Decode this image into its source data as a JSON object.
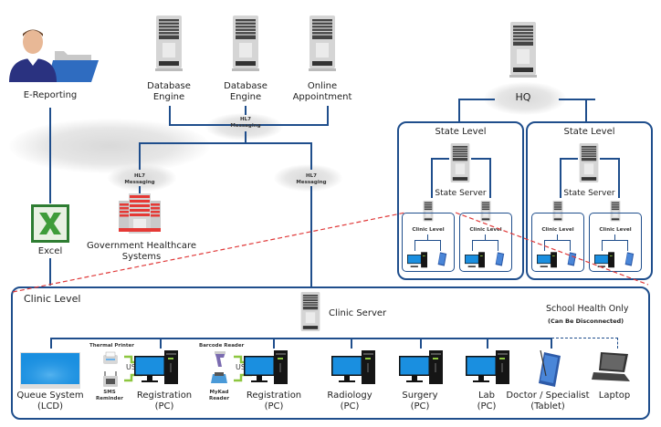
{
  "top": {
    "e_reporting": "E-Reporting",
    "db_engine_1": [
      "Database",
      "Engine"
    ],
    "db_engine_2": [
      "Database",
      "Engine"
    ],
    "online_appointment": [
      "Online",
      "Appointment"
    ],
    "hl7_top": [
      "HL7",
      "Messaging"
    ],
    "hl7_left": [
      "HL7",
      "Messaging"
    ],
    "hl7_right": [
      "HL7",
      "Messaging"
    ],
    "excel": "Excel",
    "gov": [
      "Government Healthcare",
      "Systems"
    ],
    "hq": "HQ"
  },
  "state_levels": [
    {
      "title": "State Level",
      "server": "State Server",
      "clinics": [
        {
          "label": "Clinic Level"
        },
        {
          "label": "Clinic Level"
        }
      ]
    },
    {
      "title": "State Level",
      "server": "State Server",
      "clinics": [
        {
          "label": "Clinic Level"
        },
        {
          "label": "Clinic Level"
        }
      ]
    }
  ],
  "clinic": {
    "title": "Clinic Level",
    "server": "Clinic Server",
    "school_health": "School Health Only",
    "school_health_note": "(Can Be Disconnected)",
    "peripherals": {
      "thermal_printer": "Thermal Printer",
      "sms": [
        "SMS",
        "Reminder"
      ],
      "barcode": "Barcode Reader",
      "mykad": [
        "MyKad",
        "Reader"
      ],
      "usb": "USB"
    },
    "devices": [
      {
        "name": "Queue System",
        "sub": "(LCD)"
      },
      {
        "name": "Registration",
        "sub": "(PC)"
      },
      {
        "name": "Registration",
        "sub": "(PC)"
      },
      {
        "name": "Radiology",
        "sub": "(PC)"
      },
      {
        "name": "Surgery",
        "sub": "(PC)"
      },
      {
        "name": "Lab",
        "sub": "(PC)"
      },
      {
        "name": "Doctor / Specialist",
        "sub": "(Tablet)"
      },
      {
        "name": "Laptop",
        "sub": ""
      }
    ]
  },
  "colors": {
    "line": "#1f4e8c",
    "dashed_zoom": "#e03a3a",
    "usb": "#8dc63f",
    "screen": "#1a8fe0"
  }
}
